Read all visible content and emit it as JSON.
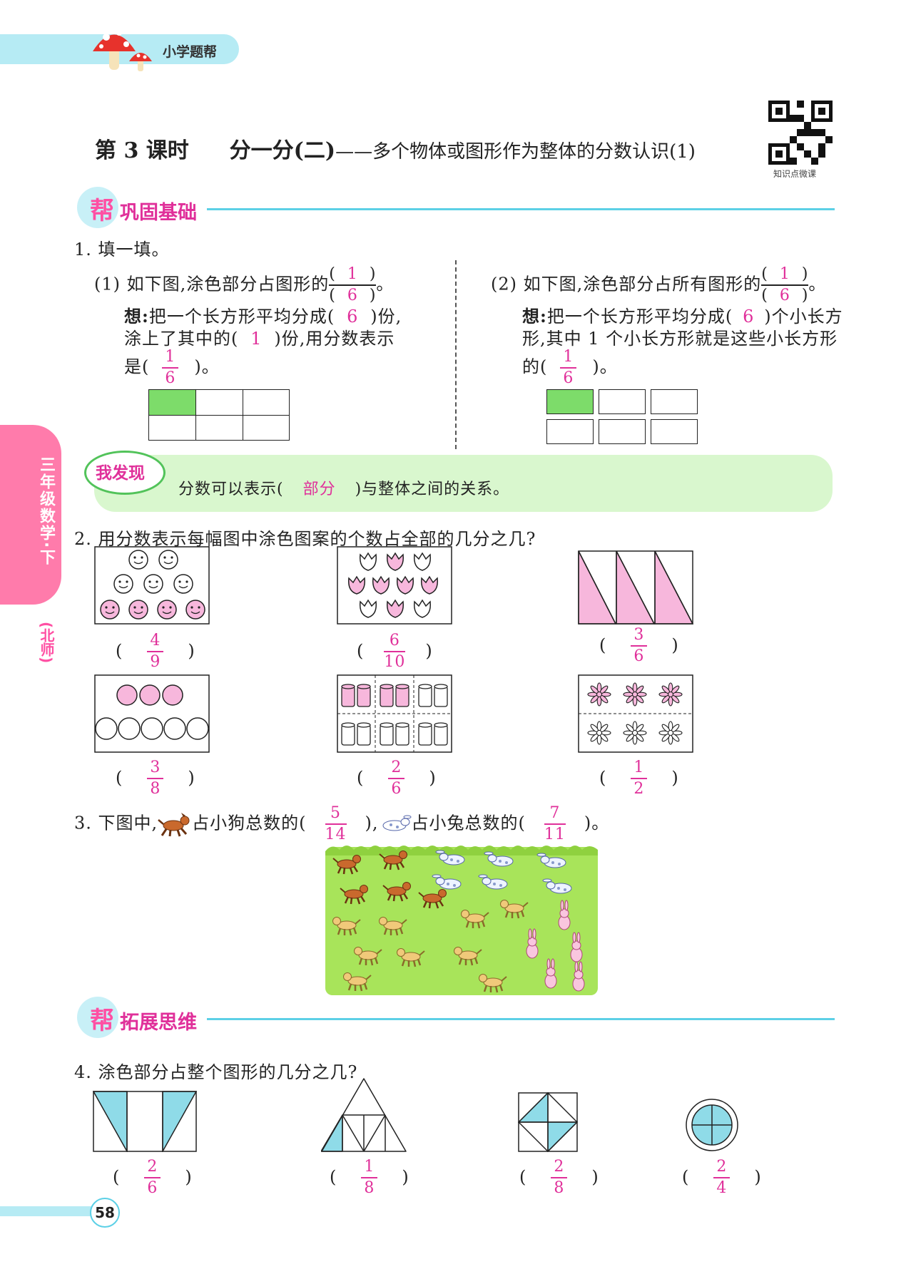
{
  "header": {
    "series": "小学题帮"
  },
  "lesson": {
    "label": "第 3 课时",
    "title": "分一分(二)",
    "subtitle": "——多个物体或图形作为整体的分数认识(1)",
    "qr_caption": "知识点微课"
  },
  "sections": {
    "s1": {
      "badge": "帮",
      "title": "巩固基础"
    },
    "s2": {
      "badge": "帮",
      "title": "拓展思维"
    }
  },
  "side_tab": {
    "grade": "三年级数学·下",
    "edition": "(北师)"
  },
  "q1": {
    "stem": "1. 填一填。",
    "p1": {
      "lead": "(1) 如下图,涂色部分占图形的",
      "num": "1",
      "den": "6",
      "end": "。",
      "think_label": "想:",
      "t1a": "把一个长方形平均分成(",
      "a1": "6",
      "t1b": ")份,",
      "t2a": "涂上了其中的(",
      "a2": "1",
      "t2b": ")份,用分数表示",
      "t3a": "是(",
      "fn": "1",
      "fd": "6",
      "t3b": ")。"
    },
    "p2": {
      "lead": "(2) 如下图,涂色部分占所有图形的",
      "num": "1",
      "den": "6",
      "end": "。",
      "think_label": "想:",
      "t1a": "把一个长方形平均分成(",
      "a1": "6",
      "t1b": ")个小长方",
      "t2": "形,其中 1 个小长方形就是这些小长方形",
      "t3a": "的(",
      "fn": "1",
      "fd": "6",
      "t3b": ")。"
    },
    "discover": {
      "badge": "我发现",
      "pre": "分数可以表示(",
      "answer": "部分",
      "post": ")与整体之间的关系。"
    }
  },
  "q2": {
    "stem": "2. 用分数表示每幅图中涂色图案的个数占全部的几分之几?",
    "answers": [
      {
        "n": "4",
        "d": "9"
      },
      {
        "n": "6",
        "d": "10"
      },
      {
        "n": "3",
        "d": "6"
      },
      {
        "n": "3",
        "d": "8"
      },
      {
        "n": "2",
        "d": "6"
      },
      {
        "n": "1",
        "d": "2"
      }
    ]
  },
  "q3": {
    "pre": "3. 下图中,",
    "mid1": "占小狗总数的(",
    "a1n": "5",
    "a1d": "14",
    "mid2": "),",
    "mid3": "占小兔总数的(",
    "a2n": "7",
    "a2d": "11",
    "post": ")。"
  },
  "q4": {
    "stem": "4. 涂色部分占整个图形的几分之几?",
    "answers": [
      {
        "n": "2",
        "d": "6"
      },
      {
        "n": "1",
        "d": "8"
      },
      {
        "n": "2",
        "d": "8"
      },
      {
        "n": "2",
        "d": "4"
      }
    ]
  },
  "footer": {
    "page": "58"
  },
  "colors": {
    "accent": "#5cd0e6",
    "pink": "#e0309a",
    "shade_pink": "#f7b7dc",
    "shade_green": "#7ddc6a",
    "shade_blue": "#8fdbe8",
    "side_tab": "#ff7bab",
    "field": "#a8e45a"
  }
}
